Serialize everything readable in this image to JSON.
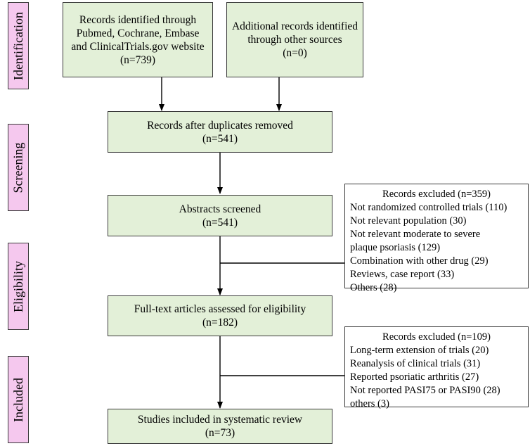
{
  "stages": {
    "identification": "Identification",
    "screening": "Screening",
    "eligibility": "Eligibility",
    "included": "Included"
  },
  "boxes": {
    "database_records": {
      "lines": [
        "Records identified through",
        "Pubmed, Cochrane, Embase",
        "and ClinicalTrials.gov website"
      ],
      "count": "(n=739)"
    },
    "other_records": {
      "lines": [
        "Additional records identified",
        "through other sources"
      ],
      "count": "(n=0)"
    },
    "after_duplicates": {
      "lines": [
        "Records after duplicates removed"
      ],
      "count": "(n=541)"
    },
    "abstracts_screened": {
      "lines": [
        "Abstracts screened"
      ],
      "count": "(n=541)"
    },
    "full_text": {
      "lines": [
        "Full-text articles assessed for eligibility"
      ],
      "count": "(n=182)"
    },
    "included_studies": {
      "lines": [
        "Studies included in systematic review"
      ],
      "count": "(n=73)"
    }
  },
  "excluded_screening": {
    "title": "Records excluded (n=359)",
    "items": [
      "Not randomized controlled trials (110)",
      "Not relevant population (30)",
      "Not relevant moderate to severe",
      "plaque psoriasis (129)",
      "Combination with other drug (29)",
      "Reviews, case report (33)",
      "Others (28)"
    ]
  },
  "excluded_eligibility": {
    "title": "Records excluded (n=109)",
    "items": [
      "Long-term extension of trials (20)",
      "Reanalysis of clinical trials (31)",
      "Reported psoriatic arthritis (27)",
      "Not reported PASI75 or PASI90 (28)",
      "others (3)"
    ]
  }
}
